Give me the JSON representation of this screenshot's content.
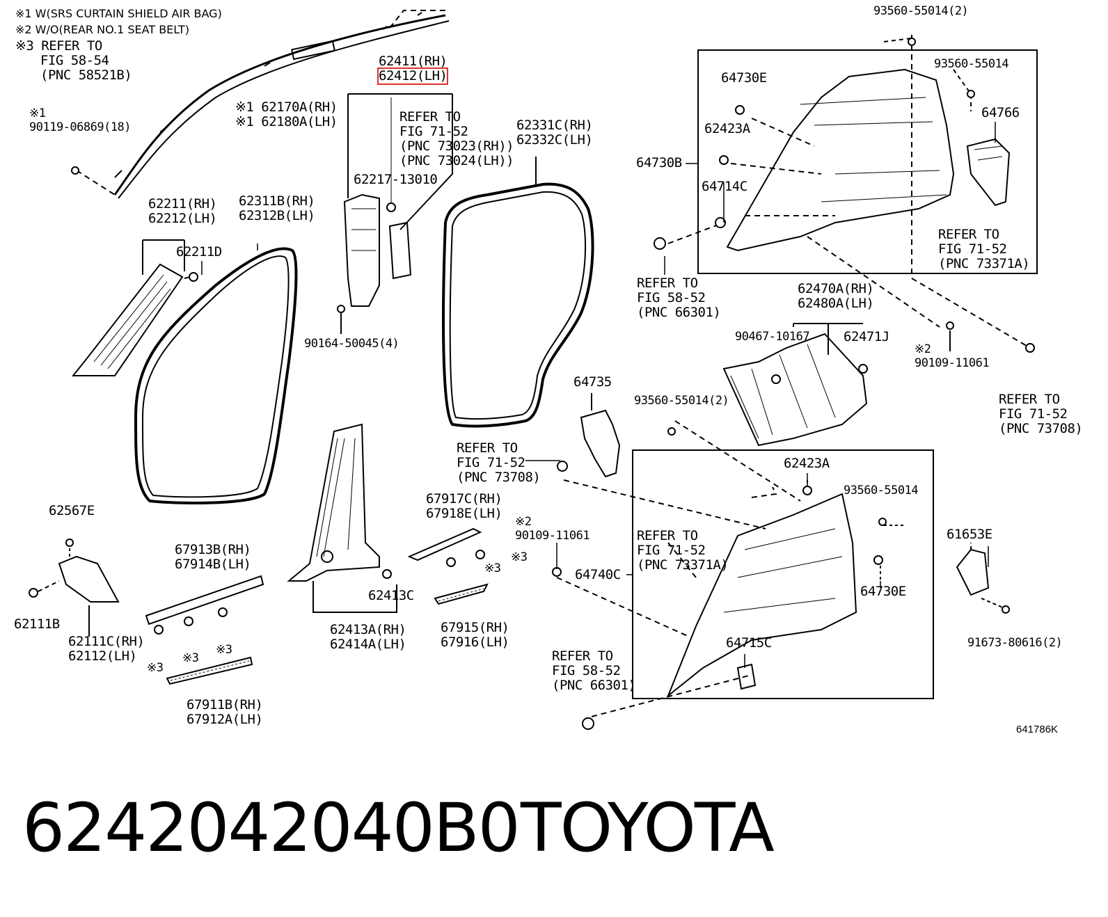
{
  "notes": [
    "※1 W(SRS CURTAIN SHIELD AIR BAG)",
    "※2 W/O(REAR NO.1 SEAT BELT)",
    "※3 REFER TO",
    "FIG 58-54",
    "(PNC 58521B)"
  ],
  "labels": {
    "p62411": "62411(RH)",
    "p62412": "62412(LH)",
    "refer_71_52_73023": "REFER TO\nFIG 71-52\n(PNC 73023(RH))\n(PNC 73024(LH))",
    "p62170A": "※1 62170A(RH)\n※1 62180A(LH)",
    "p90119": "※1\n90119-06869(18)",
    "p62217": "62217-13010",
    "p62211": "62211(RH)\n62212(LH)",
    "p62211D": "62211D",
    "p62311B": "62311B(RH)\n62312B(LH)",
    "p62331C": "62331C(RH)\n62332C(LH)",
    "p90164": "90164-50045(4)",
    "p93560_2_top": "93560-55014(2)",
    "p93560_box1": "93560-55014",
    "p64730E_top": "64730E",
    "p62423A_top": "62423A",
    "p64766": "64766",
    "p64730B": "64730B",
    "p64714C": "64714C",
    "refer_71_52_73371A_top": "REFER TO\nFIG 71-52\n(PNC 73371A)",
    "refer_58_52_66301_top": "REFER TO\nFIG 58-52\n(PNC 66301)",
    "p62470A": "62470A(RH)\n62480A(LH)",
    "p90467": "90467-10167",
    "p62471J": "62471J",
    "p90109_right": "※2\n90109-11061",
    "refer_71_52_73708_right": "REFER TO\nFIG 71-52\n(PNC 73708)",
    "p64735": "64735",
    "p93560_2_mid": "93560-55014(2)",
    "refer_71_52_73708_mid": "REFER TO\nFIG 71-52\n(PNC 73708)",
    "p62423A_low": "62423A",
    "p93560_box2": "93560-55014",
    "p61653E": "61653E",
    "p62567E": "62567E",
    "p67917C": "67917C(RH)\n67918E(LH)",
    "p90109_mid": "※2\n90109-11061",
    "refer_71_52_73371A_low": "REFER TO\nFIG 71-52\n(PNC 73371A)",
    "p64730E_low": "64730E",
    "p64740C": "64740C",
    "p67913B": "67913B(RH)\n67914B(LH)",
    "p62413C": "62413C",
    "ref3_a": "※3",
    "ref3_b": "※3",
    "p62111B": "62111B",
    "p62111C": "62111C(RH)\n62112(LH)",
    "p62413A": "62413A(RH)\n62414A(LH)",
    "p67915": "67915(RH)\n67916(LH)",
    "p64715C": "64715C",
    "p91673": "91673-80616(2)",
    "ref3_c": "※3",
    "ref3_d": "※3",
    "ref3_e": "※3",
    "refer_58_52_66301_low": "REFER TO\nFIG 58-52\n(PNC 66301)",
    "p67911B": "67911B(RH)\n67912A(LH)"
  },
  "diagram_id": "641786K",
  "footer": {
    "part_number": "6242042040B0",
    "brand": "TOYOTA"
  },
  "highlight_color": "#e0302a"
}
